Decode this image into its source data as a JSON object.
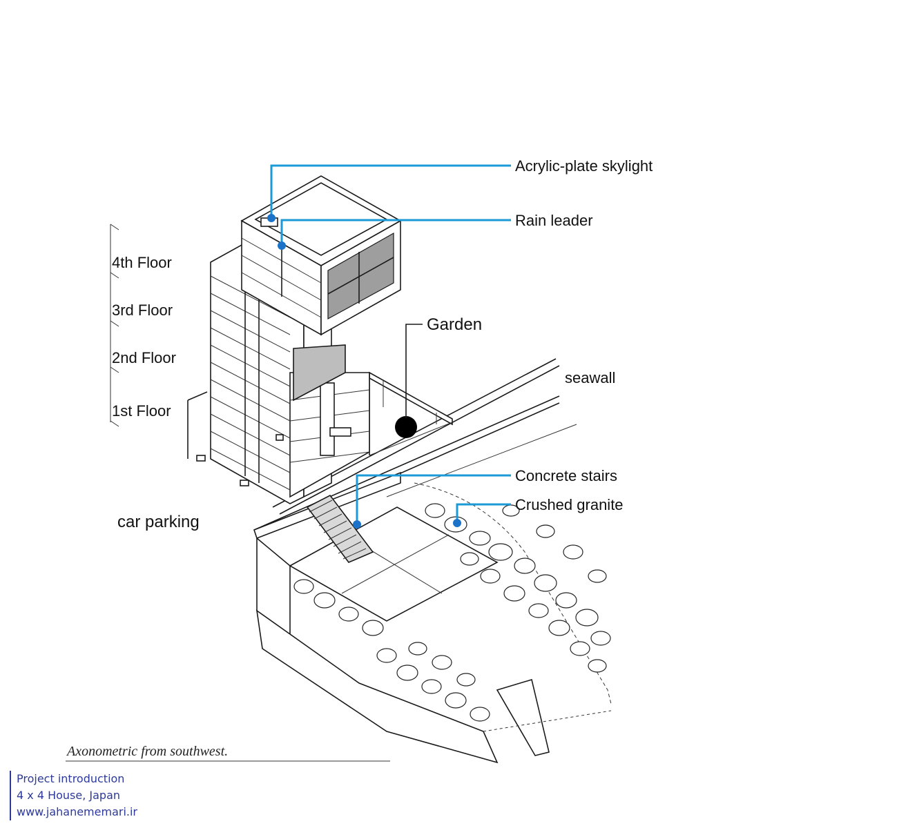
{
  "diagram": {
    "callouts": [
      {
        "id": "acrylic",
        "label": "Acrylic-plate skylight"
      },
      {
        "id": "rain",
        "label": "Rain leader"
      },
      {
        "id": "stairs",
        "label": "Concrete stairs"
      },
      {
        "id": "granite",
        "label": "Crushed granite"
      }
    ],
    "garden_label": "Garden",
    "seawall_label": "seawall",
    "parking_label": "car parking",
    "floors": [
      "4th Floor",
      "3rd Floor",
      "2nd Floor",
      "1st Floor"
    ],
    "caption": "Axonometric from southwest.",
    "leader_color": "#1a9ad6",
    "dot_color": "#1a73c8"
  },
  "footer": {
    "line1": "Project introduction",
    "line2": "4 x 4 House, Japan",
    "line3": "www.jahanememari.ir",
    "color": "#2d3a9a"
  }
}
